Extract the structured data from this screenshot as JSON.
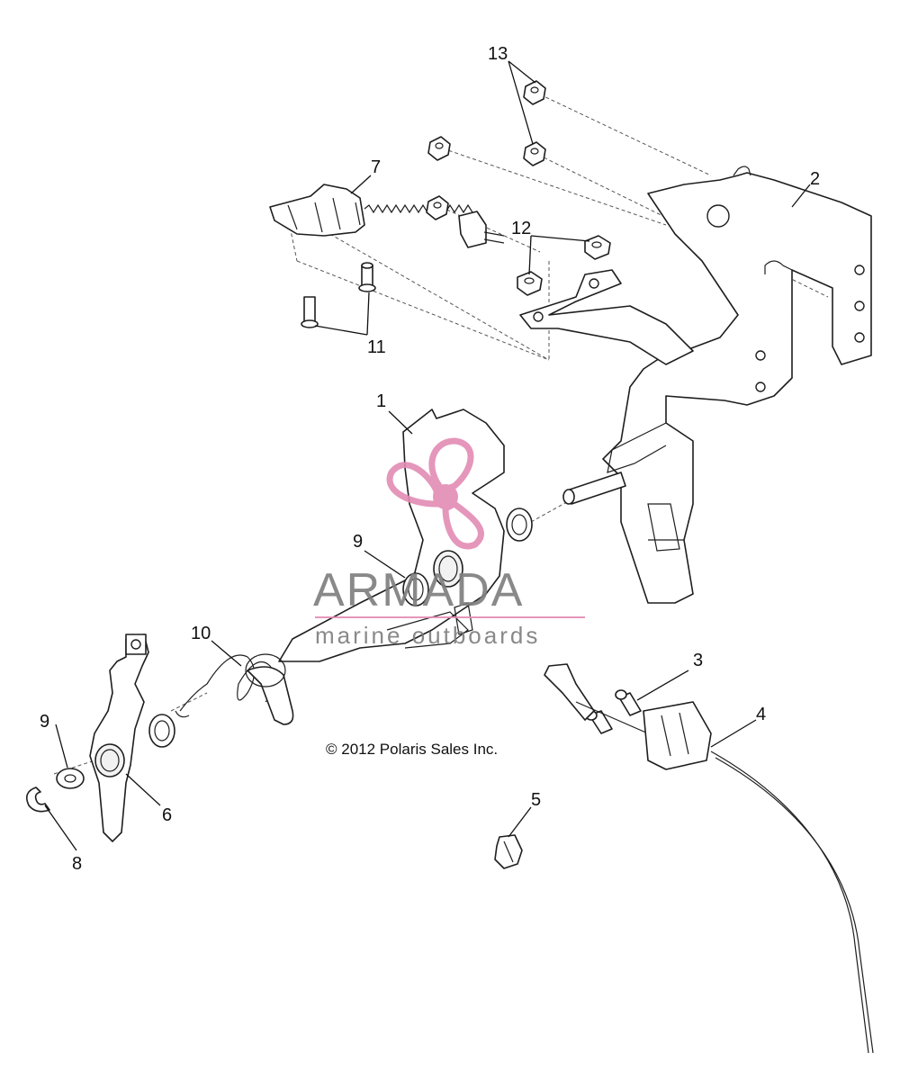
{
  "callouts": [
    {
      "id": "1",
      "label": "1"
    },
    {
      "id": "2",
      "label": "2"
    },
    {
      "id": "3",
      "label": "3"
    },
    {
      "id": "4",
      "label": "4"
    },
    {
      "id": "5",
      "label": "5"
    },
    {
      "id": "6",
      "label": "6"
    },
    {
      "id": "7",
      "label": "7"
    },
    {
      "id": "8",
      "label": "8"
    },
    {
      "id": "9a",
      "label": "9"
    },
    {
      "id": "9b",
      "label": "9"
    },
    {
      "id": "10",
      "label": "10"
    },
    {
      "id": "11",
      "label": "11"
    },
    {
      "id": "12",
      "label": "12"
    },
    {
      "id": "13",
      "label": "13"
    }
  ],
  "copyright": "© 2012 Polaris Sales Inc.",
  "watermark": {
    "brand": "ARMADA",
    "tagline": "marine outboards",
    "logo_color": "#e38bb4",
    "text_color": "#7d7d7d"
  }
}
